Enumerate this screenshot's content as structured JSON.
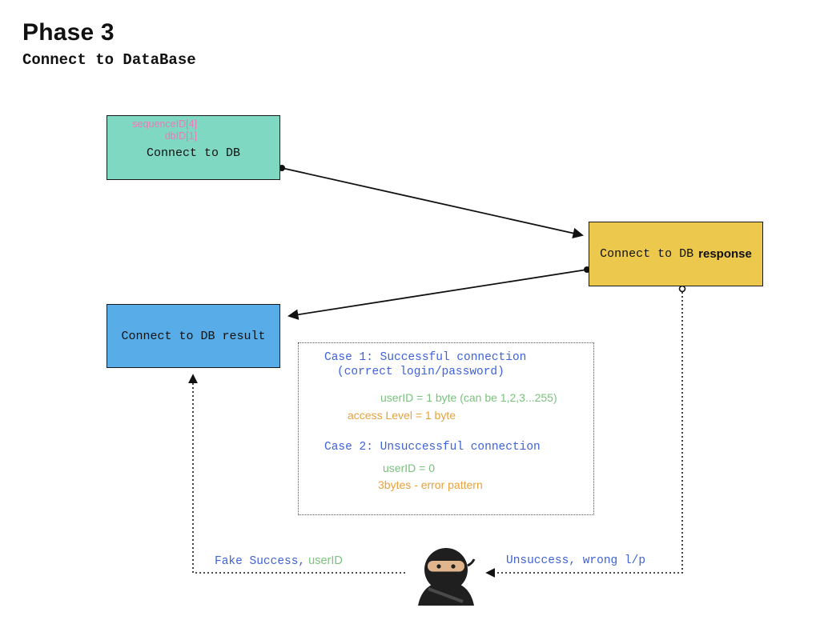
{
  "header": {
    "title": "Phase 3",
    "subtitle": "Connect to DataBase"
  },
  "nodes": {
    "connect_db": {
      "annotation_line1": "sequenceID[4]",
      "annotation_line2": "dbID[1]",
      "label": "Connect to DB",
      "fill": "#7fd9c2"
    },
    "response": {
      "label_mono": "Connect to DB",
      "label_suffix": "response",
      "fill": "#ecc94d"
    },
    "result": {
      "label": "Connect to DB result",
      "fill": "#58ade8"
    }
  },
  "cases": {
    "case1_title": "Case 1: Successful connection",
    "case1_subtitle": "(correct login/password)",
    "case1_green": "userID = 1 byte (can be 1,2,3...255)",
    "case1_orange": "access Level = 1 byte",
    "case2_title": "Case 2: Unsuccessful connection",
    "case2_green": "userID = 0",
    "case2_orange": "3bytes - error pattern"
  },
  "edges": {
    "fake_success_blue": "Fake Success,",
    "fake_success_green": "userID",
    "unsuccess_label": "Unsuccess, wrong l/p"
  },
  "icons": {
    "ninja": "ninja-icon"
  },
  "colors": {
    "annotation_pink": "#ea7ab7",
    "case_blue": "#3f62d8",
    "value_green": "#79c27c",
    "value_orange": "#e8a13b",
    "node_teal": "#7fd9c2",
    "node_yellow": "#ecc94d",
    "node_blue": "#58ade8"
  }
}
